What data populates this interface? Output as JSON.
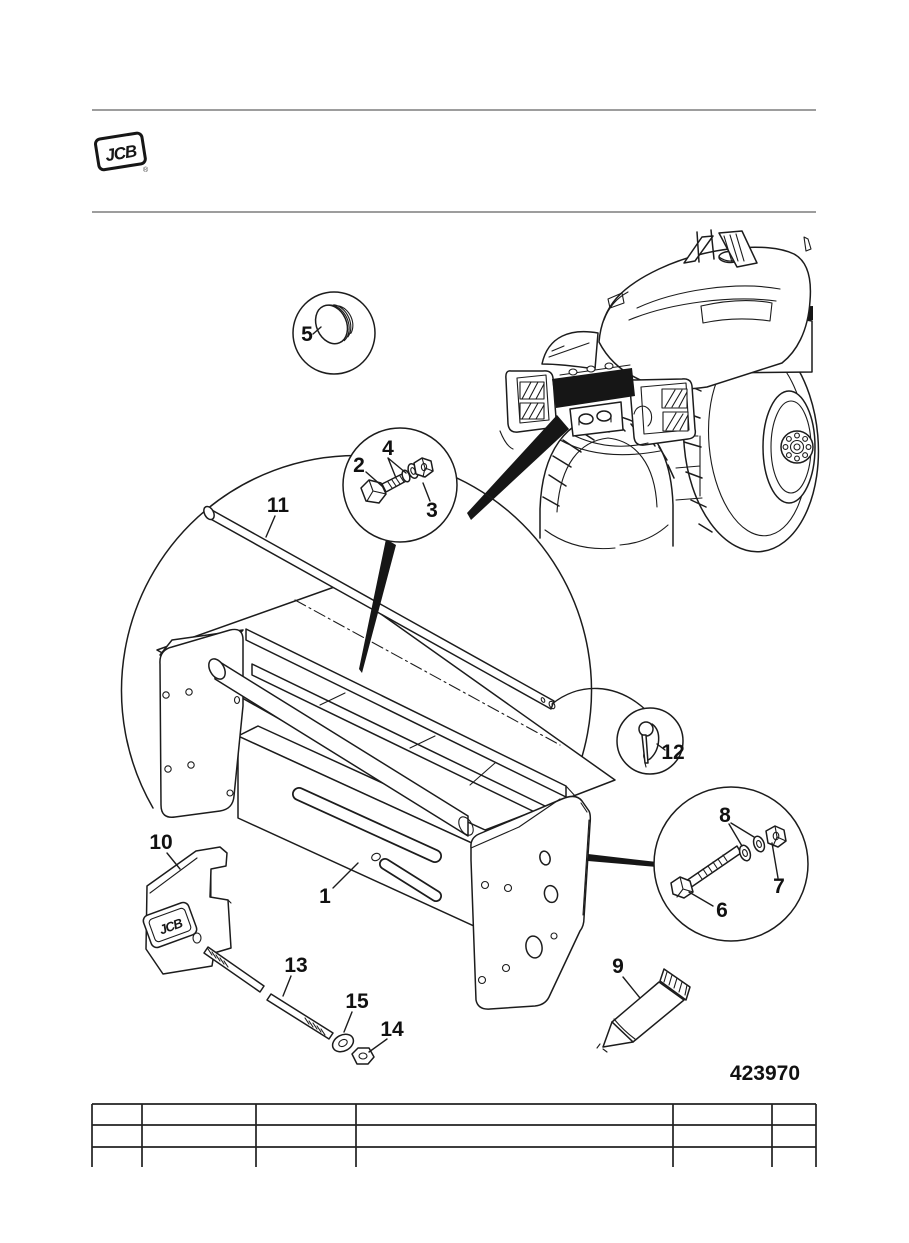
{
  "page": {
    "figure_number": "423970",
    "paper_color": "#ffffff",
    "ink_color": "#1c1c1c",
    "rule_color": "#8f8f8f"
  },
  "header": {
    "brand": "JCB",
    "registered_mark": "®"
  },
  "diagram": {
    "weight_embossed_text": "JCB",
    "callouts": [
      {
        "label": "1"
      },
      {
        "label": "2"
      },
      {
        "label": "3"
      },
      {
        "label": "4"
      },
      {
        "label": "5"
      },
      {
        "label": "6"
      },
      {
        "label": "7"
      },
      {
        "label": "8"
      },
      {
        "label": "9"
      },
      {
        "label": "10"
      },
      {
        "label": "11"
      },
      {
        "label": "12"
      },
      {
        "label": "13"
      },
      {
        "label": "14"
      },
      {
        "label": "15"
      }
    ]
  }
}
